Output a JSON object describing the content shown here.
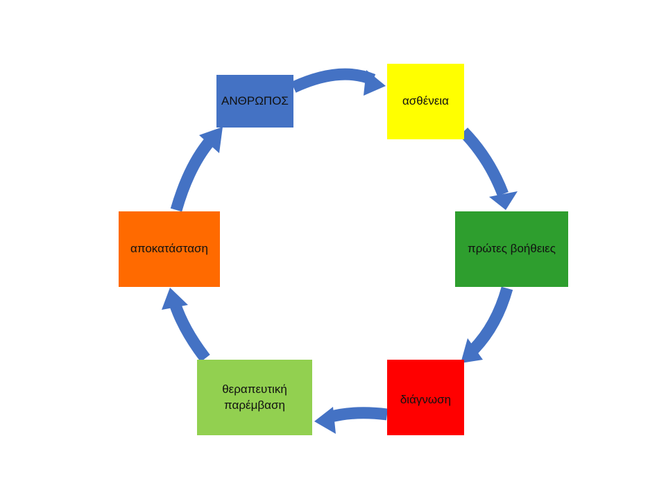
{
  "diagram": {
    "nodes": [
      {
        "id": "anthropos",
        "label": "ΑΝΘΡΩΠΟΣ",
        "color": "#4472C4"
      },
      {
        "id": "asthenia",
        "label": "ασθένεια",
        "color": "#FFFF00"
      },
      {
        "id": "protes-voitheies",
        "label": "πρώτες βοήθειες",
        "color": "#2E9E2E"
      },
      {
        "id": "diagnosi",
        "label": "διάγνωση",
        "color": "#FF0000"
      },
      {
        "id": "therapeutiki-paremvasi",
        "label": "θεραπευτική\nπαρέμβαση",
        "color": "#92D050"
      },
      {
        "id": "apokatastasi",
        "label": "αποκατάσταση",
        "color": "#FF6A00"
      }
    ],
    "arrows": [
      {
        "from": "anthropos",
        "to": "asthenia"
      },
      {
        "from": "asthenia",
        "to": "protes-voitheies"
      },
      {
        "from": "protes-voitheies",
        "to": "diagnosi"
      },
      {
        "from": "diagnosi",
        "to": "therapeutiki-paremvasi"
      },
      {
        "from": "therapeutiki-paremvasi",
        "to": "apokatastasi"
      },
      {
        "from": "apokatastasi",
        "to": "anthropos"
      }
    ],
    "arrow_color": "#4472C4"
  }
}
